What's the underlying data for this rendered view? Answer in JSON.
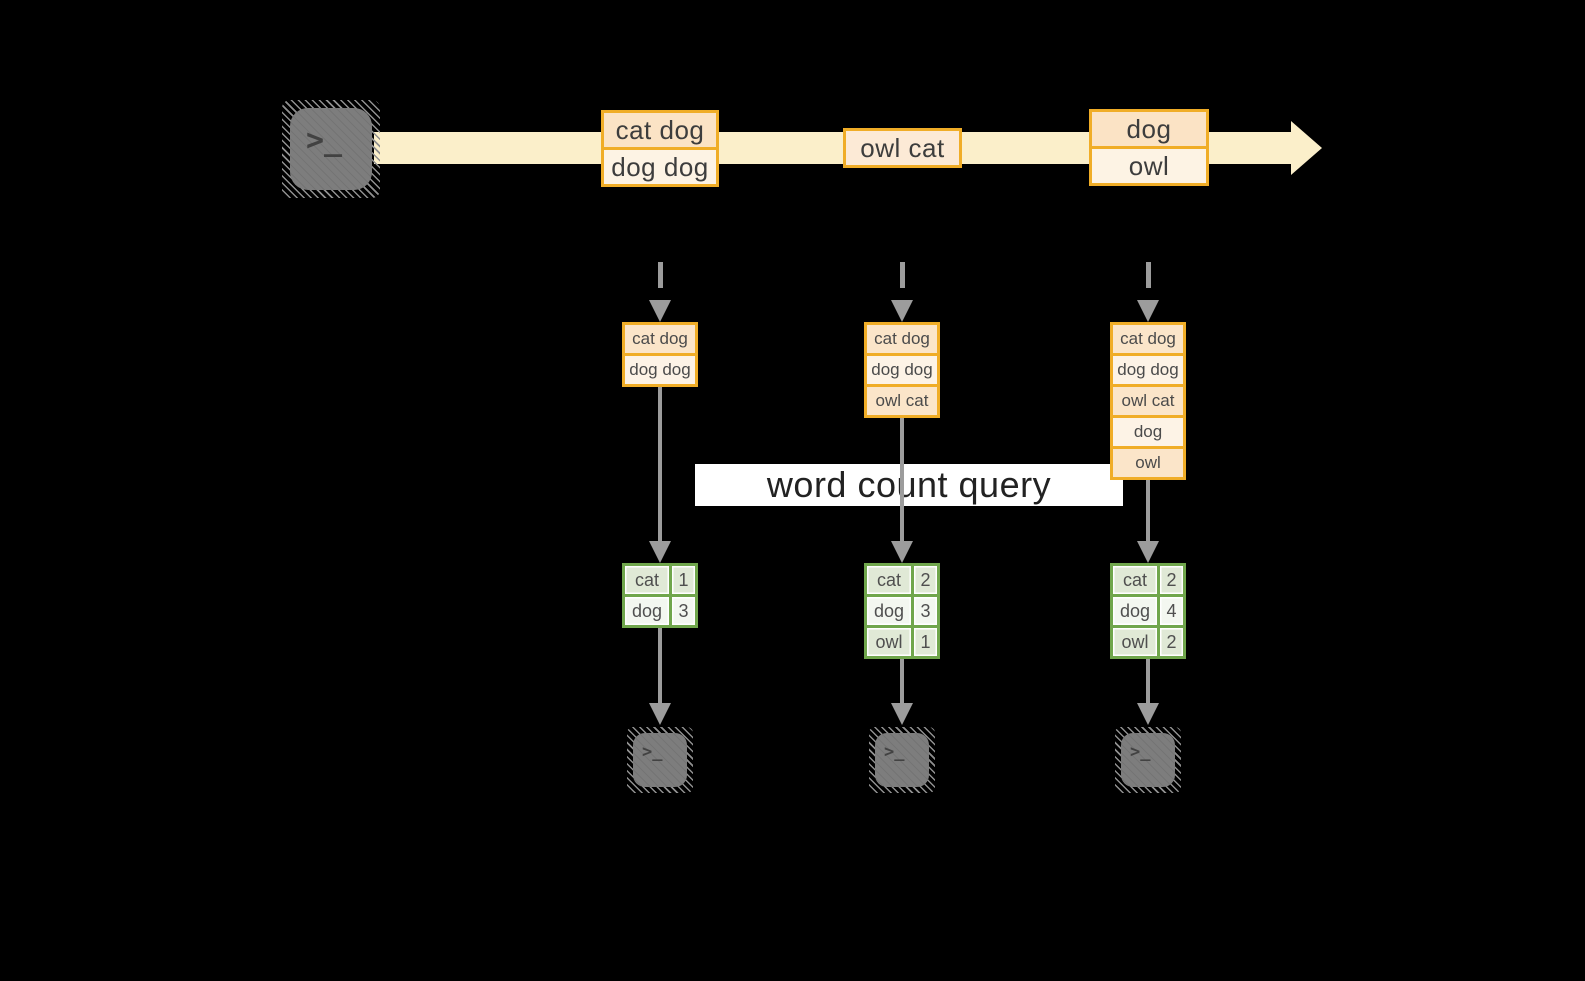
{
  "palette": {
    "background": "#000000",
    "stream_fill": "#fbefca",
    "batch_border": "#f0ad27",
    "batch_fill_dark": "#fbe3c5",
    "batch_fill_light": "#fdf3e4",
    "batch_fill_single": "#fcead6",
    "state_fill_dark": "#fbe5c9",
    "state_fill_light": "#fdf3e6",
    "arrow_gray": "#9c9c9c",
    "table_border": "#70a64c",
    "table_fill_dark": "#e0e9d6",
    "table_fill_light": "#f3f7f0",
    "query_band_bg": "#ffffff",
    "terminal_fill": "#7d7d7d"
  },
  "query_band": {
    "label": "word count query"
  },
  "source_terminal": {
    "icon": "terminal-icon",
    "glyph": ">_"
  },
  "stream_batches": [
    {
      "lines": [
        "cat dog",
        "dog dog"
      ]
    },
    {
      "lines": [
        "owl cat"
      ]
    },
    {
      "lines": [
        "dog",
        "owl"
      ]
    }
  ],
  "columns": [
    {
      "state_lines": [
        "cat dog",
        "dog dog"
      ],
      "counts": [
        {
          "word": "cat",
          "count": "1"
        },
        {
          "word": "dog",
          "count": "3"
        }
      ]
    },
    {
      "state_lines": [
        "cat dog",
        "dog dog",
        "owl cat"
      ],
      "counts": [
        {
          "word": "cat",
          "count": "2"
        },
        {
          "word": "dog",
          "count": "3"
        },
        {
          "word": "owl",
          "count": "1"
        }
      ]
    },
    {
      "state_lines": [
        "cat dog",
        "dog dog",
        "owl cat",
        "dog",
        "owl"
      ],
      "counts": [
        {
          "word": "cat",
          "count": "2"
        },
        {
          "word": "dog",
          "count": "4"
        },
        {
          "word": "owl",
          "count": "2"
        }
      ]
    }
  ],
  "sinks": [
    {
      "glyph": ">_"
    },
    {
      "glyph": ">_"
    },
    {
      "glyph": ">_"
    }
  ]
}
